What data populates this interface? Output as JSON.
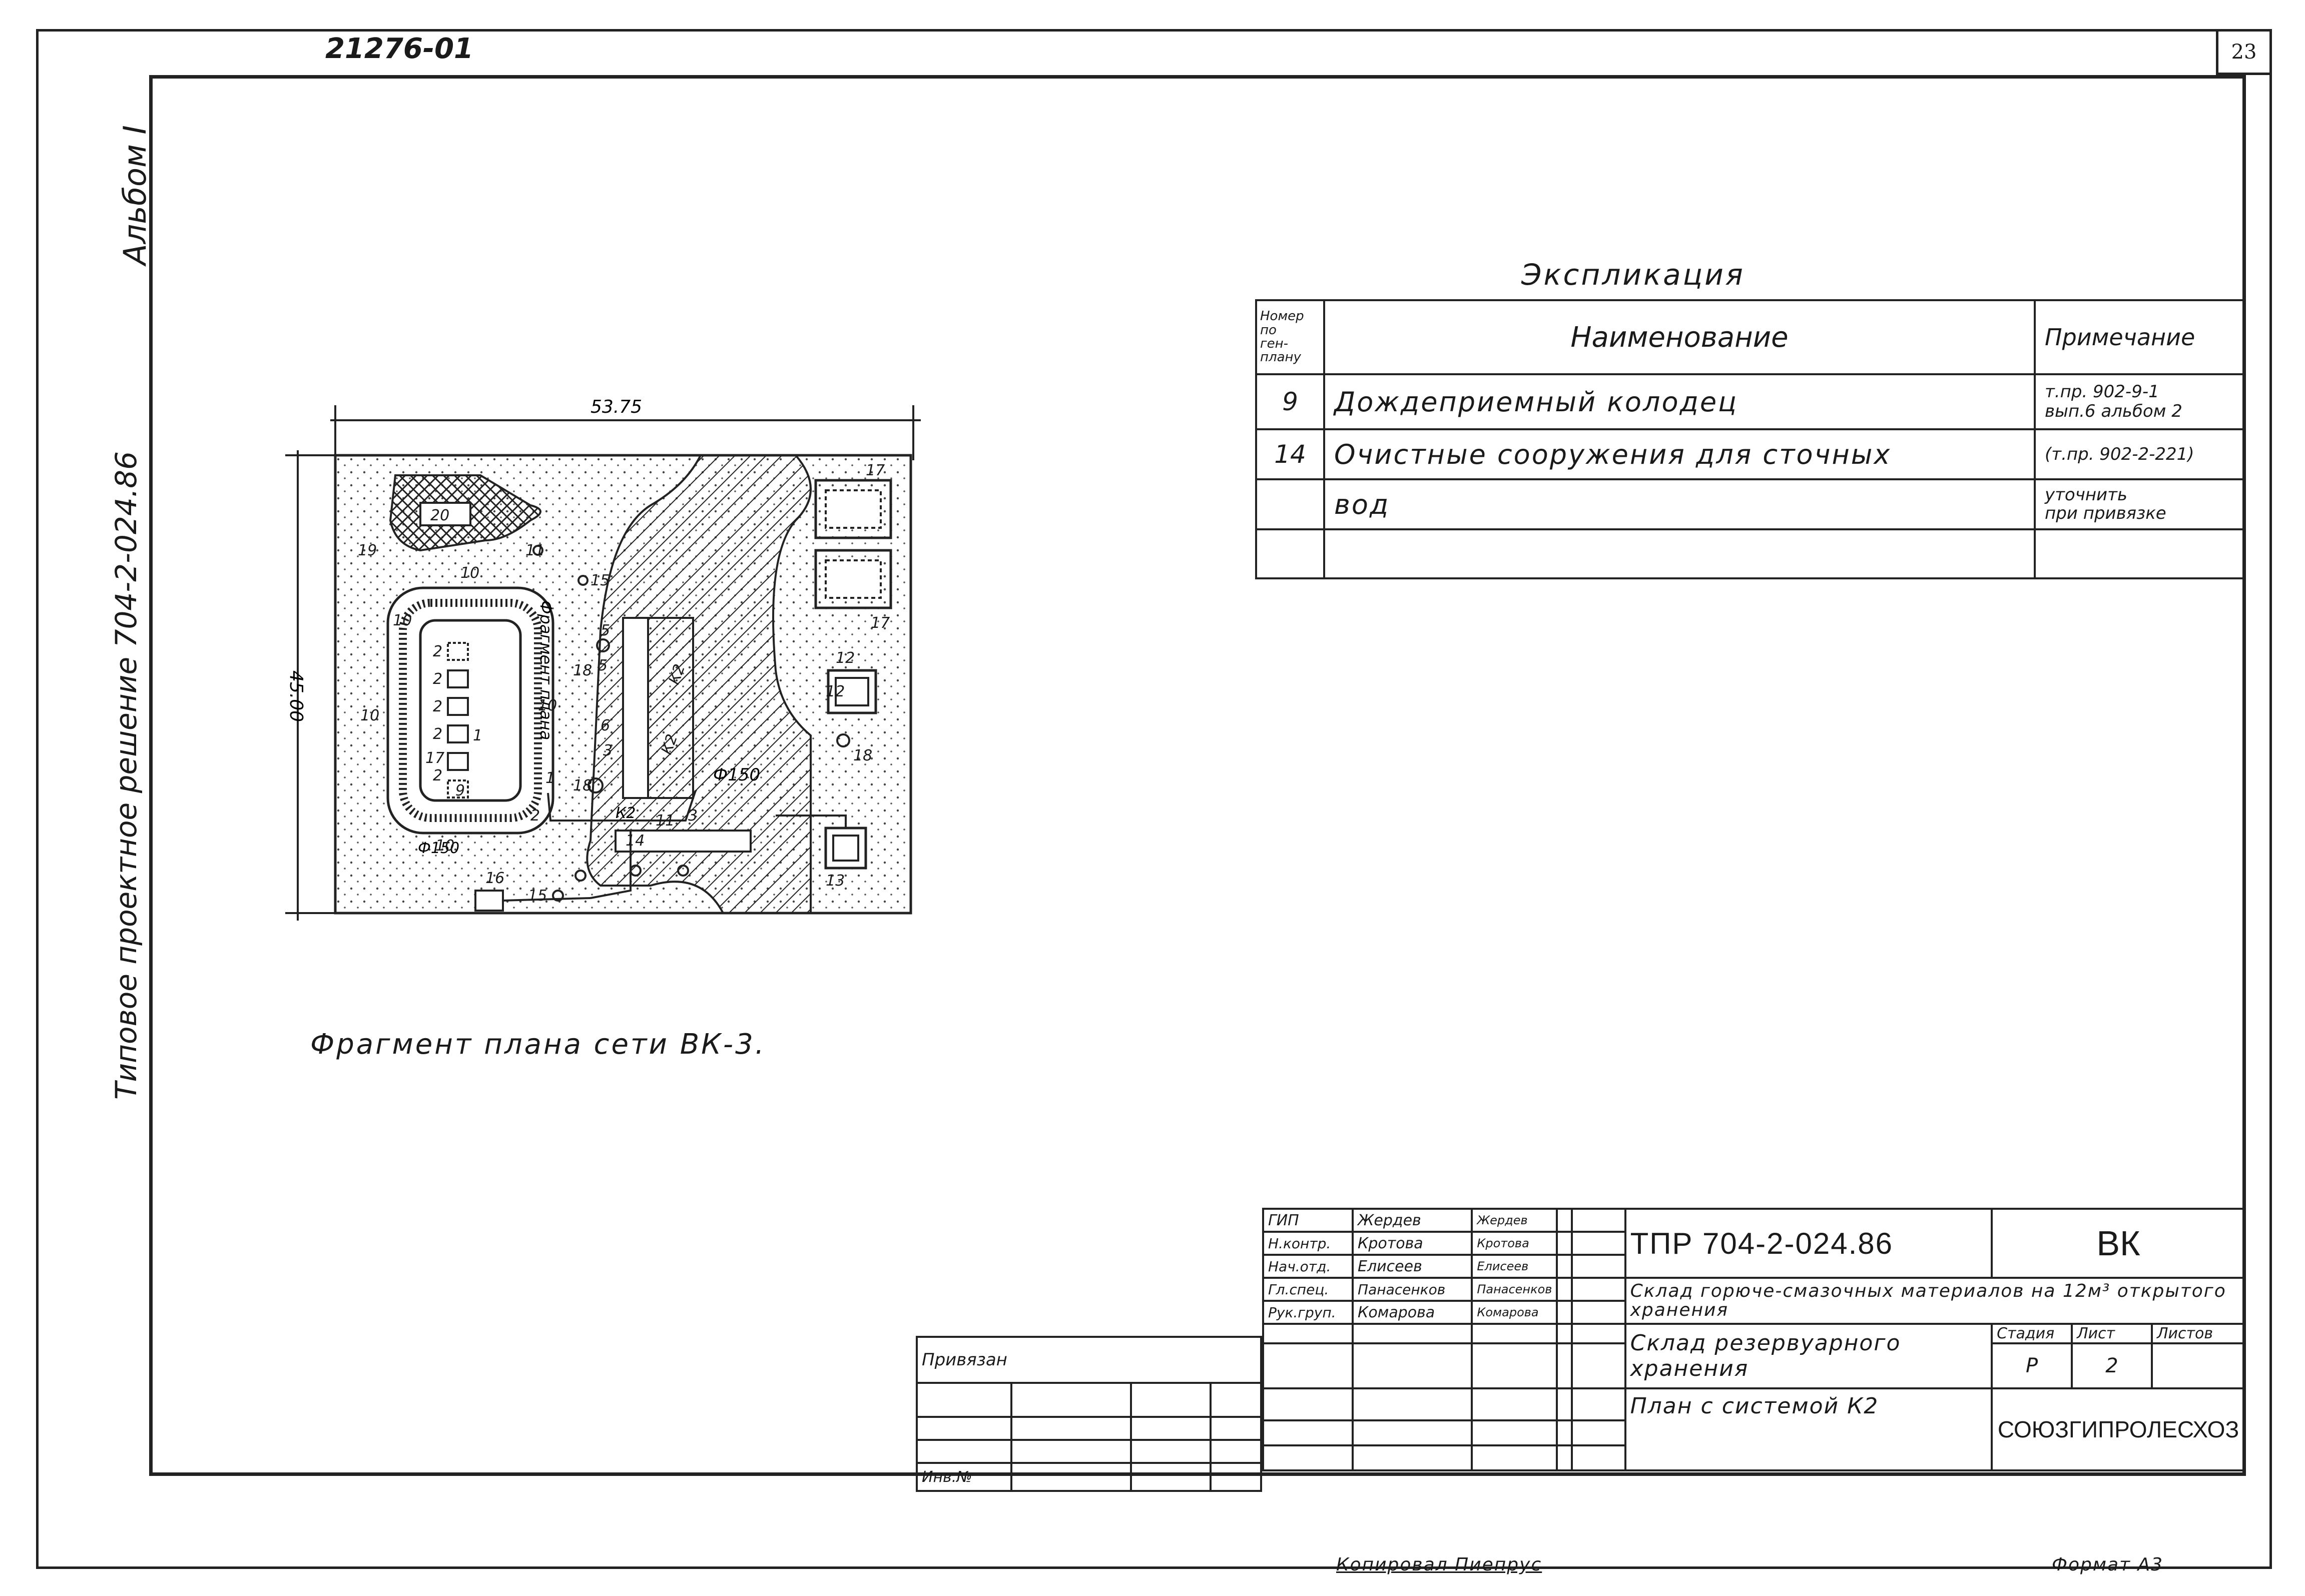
{
  "header": {
    "doc_code": "21276-01",
    "sheet_number": "23",
    "album_label": "Альбом I",
    "side_text": "Типовое проектное решение  704-2-024.86"
  },
  "explication": {
    "title": "Экспликация",
    "col_number": [
      "Номер",
      "по",
      "ген-",
      "плану"
    ],
    "col_name": "Наименование",
    "col_note": "Примечание",
    "rows": [
      {
        "num": "9",
        "name": "Дождеприемный колодец",
        "note": [
          "т.пр. 902-9-1",
          "вып.6 альбом 2"
        ]
      },
      {
        "num": "14",
        "name": "Очистные сооружения  для сточных",
        "note": [
          "(т.пр. 902-2-221)"
        ]
      },
      {
        "num": "",
        "name": "вод",
        "note": [
          "уточнить",
          "при привязке"
        ]
      },
      {
        "num": "",
        "name": "",
        "note": []
      }
    ]
  },
  "plan": {
    "dim_width": "53.75",
    "dim_height": "45.00",
    "pipe_label_1": "Ф150",
    "pipe_label_2": "Ф150",
    "k2_label": "К2",
    "fragment_label": "Фрагмент плана",
    "numbers": [
      "20",
      "19",
      "10",
      "11",
      "15",
      "10",
      "10",
      "10",
      "10",
      "2",
      "2",
      "2",
      "2",
      "17",
      "1",
      "2",
      "9",
      "5",
      "18",
      "5",
      "6",
      "3",
      "18",
      "1",
      "2",
      "3",
      "14",
      "15",
      "16",
      "11",
      "12",
      "12",
      "17",
      "17",
      "18",
      "13",
      "К2",
      "К2"
    ],
    "caption": "Фрагмент плана сети ВК-3."
  },
  "stamp": {
    "roles": [
      "ГИП",
      "Н.контр.",
      "Нач.отд.",
      "Гл.спец.",
      "Рук.груп."
    ],
    "names": [
      "Жердев",
      "Кротова",
      "Елисеев",
      "Панасенков",
      "Комарова"
    ],
    "signatures": [
      "Жердев",
      "Кротова",
      "Елисеев",
      "Панасенков",
      "Комарова"
    ],
    "doc_designation": "ТПР 704-2-024.86",
    "mark": "ВК",
    "project_title": "Склад горюче-смазочных материалов на 12м³ открытого хранения",
    "object_title": "Склад резервуарного хранения",
    "sheet_title": "План с системой К2",
    "stage_hdr": "Стадия",
    "sheet_hdr": "Лист",
    "sheets_hdr": "Листов",
    "stage": "Р",
    "sheet": "2",
    "sheets": "",
    "org": "СОЮЗГИПРОЛЕСХОЗ"
  },
  "bottom": {
    "privyazan": "Привязан",
    "inv_no": "Инв.№",
    "copied_by": "Копировал Пиепрус",
    "format": "Формат А3"
  }
}
